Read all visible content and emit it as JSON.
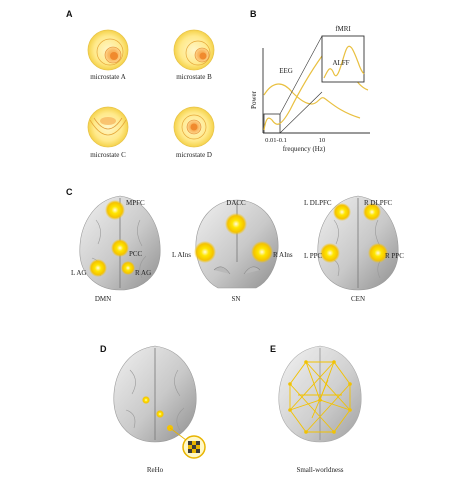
{
  "panels": {
    "a": "A",
    "b": "B",
    "c": "C",
    "d": "D",
    "e": "E"
  },
  "microstates": [
    "microstate A",
    "microstate B",
    "microstate C",
    "microstate D"
  ],
  "spectrum": {
    "xlabel": "frequency (Hz)",
    "ylabel": "Power",
    "ticks": [
      "0.01-0.1",
      "10"
    ],
    "eeg": "EEG",
    "fmri": "fMRI",
    "alff": "ALFF"
  },
  "networks": {
    "dmn": {
      "name": "DMN",
      "regions": [
        "MPFC",
        "PCC",
        "L AG",
        "R AG"
      ]
    },
    "sn": {
      "name": "SN",
      "regions": [
        "DACC",
        "L AIns",
        "R AIns"
      ]
    },
    "cen": {
      "name": "CEN",
      "regions": [
        "L DLPFC",
        "R DLPFC",
        "L PPC",
        "R PPC"
      ]
    }
  },
  "reho": "ReHo",
  "smallworld": "Small-worldness",
  "colors": {
    "accent": "#f2c200",
    "hot": "#ffe400",
    "ring": "#e8b400",
    "brain": "#d8d8d8"
  }
}
